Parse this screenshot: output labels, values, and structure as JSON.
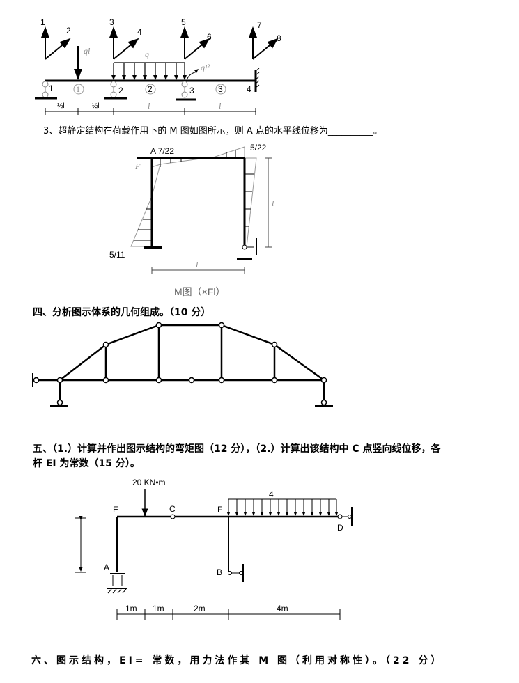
{
  "figure1": {
    "vector_labels": [
      "1",
      "2",
      "3",
      "4",
      "5",
      "6",
      "7",
      "8"
    ],
    "point_load": "ql",
    "distributed_load": "q",
    "moment_load": "ql²",
    "element_numbers": [
      "1",
      "2",
      "3"
    ],
    "node_numbers": [
      "1",
      "2",
      "3",
      "4"
    ],
    "dims": [
      "½l",
      "½l",
      "l",
      "l"
    ]
  },
  "question3": {
    "text": "3、超静定结构在荷载作用下的 M 图如图所示，则 A 点的水平线位移为__________。"
  },
  "figure2": {
    "label_a": "A 7/22",
    "label_right_top": "5/22",
    "label_f": "F",
    "label_bottom_left": "5/11",
    "dim_vertical": "l",
    "dim_horizontal": "l",
    "caption": "M图（×Fl）"
  },
  "section4": {
    "title": "四、分析图示体系的几何组成。（10 分）"
  },
  "section5": {
    "line1": "五、（1.）计算并作出图示结构的弯矩图（12 分），（2.）计算出该结构中 C 点竖向线位移，各",
    "line2": "杆 EI 为常数（15 分）。"
  },
  "figure3": {
    "moment_label": "20 KN•m",
    "load_label": "4",
    "nodes": {
      "E": "E",
      "C": "C",
      "F": "F",
      "A": "A",
      "B": "B",
      "D": "D"
    },
    "dims": [
      "1m",
      "1m",
      "2m",
      "4m"
    ]
  },
  "section6": {
    "title": "六、图示结构，EI= 常数，用力法作其 M 图（利用对称性）。（22 分）"
  }
}
